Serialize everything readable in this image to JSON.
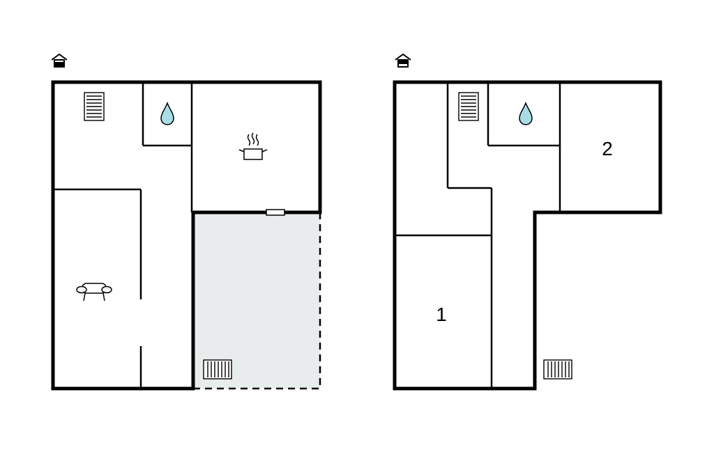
{
  "plans": [
    {
      "id": "ground-floor",
      "icon": "floor-level-house-icon",
      "rooms": [
        {
          "id": "stairs-room",
          "icon": "stairs-icon",
          "label": ""
        },
        {
          "id": "bathroom",
          "icon": "water-drop-icon",
          "label": ""
        },
        {
          "id": "kitchen",
          "icon": "cooking-pot-icon",
          "label": ""
        },
        {
          "id": "living-room",
          "icon": "sofa-icon",
          "label": ""
        },
        {
          "id": "hallway",
          "icon": "",
          "label": ""
        },
        {
          "id": "terrace",
          "icon": "deck-icon",
          "label": "",
          "outdoor": true
        }
      ]
    },
    {
      "id": "upper-floor",
      "icon": "floor-level-house-icon",
      "rooms": [
        {
          "id": "landing",
          "icon": "stairs-icon",
          "label": ""
        },
        {
          "id": "bathroom",
          "icon": "water-drop-icon",
          "label": ""
        },
        {
          "id": "bedroom-1",
          "icon": "",
          "label": "1"
        },
        {
          "id": "bedroom-2",
          "icon": "",
          "label": "2"
        },
        {
          "id": "balcony",
          "icon": "deck-icon",
          "label": "",
          "outdoor": true
        }
      ]
    }
  ],
  "colors": {
    "wall": "#000000",
    "terrace_fill": "#e9ecec",
    "water_drop": "#a8dde6",
    "background": "#ffffff"
  }
}
